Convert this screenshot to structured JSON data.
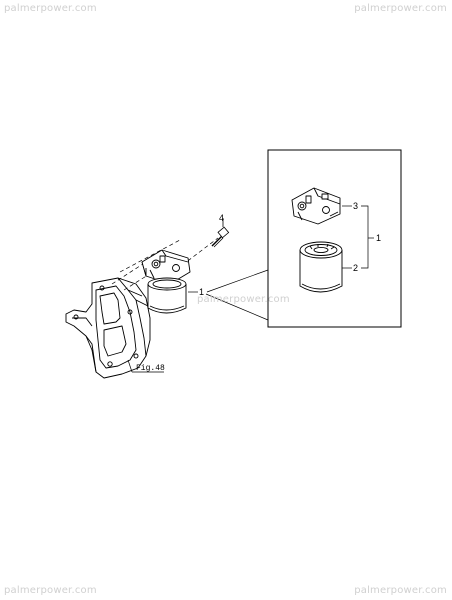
{
  "watermarks": {
    "top_left": "palmerpower.com",
    "top_right": "palmerpower.com",
    "center": "palmerpower.com",
    "bottom_left": "palmerpower.com",
    "bottom_right": "palmerpower.com"
  },
  "callouts": {
    "bolt": "4",
    "assembly_main": "1",
    "detail_head": "3",
    "detail_assembly": "1",
    "detail_element": "2"
  },
  "figure_reference": "Fig.48"
}
